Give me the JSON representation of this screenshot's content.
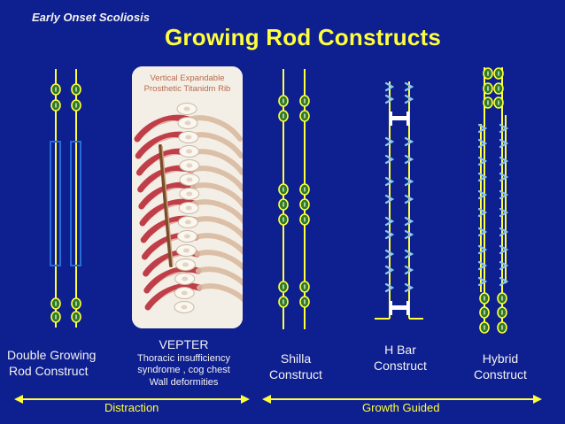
{
  "header": {
    "topic": "Early Onset Scoliosis",
    "title": "Growing Rod Constructs"
  },
  "illustration": {
    "caption_line1": "Vertical Expandable",
    "caption_line2": "Prosthetic Titanidm Rib"
  },
  "constructs": [
    {
      "name_line1": "Double Growing",
      "name_line2": "Rod Construct"
    },
    {
      "name": "VEPTER",
      "desc_line1": "Thoracic insufficiency",
      "desc_line2": "syndrome , cog chest",
      "desc_line3": "Wall deformities"
    },
    {
      "name_line1": "Shilla",
      "name_line2": "Construct"
    },
    {
      "name_line1": "H Bar",
      "name_line2": "Construct"
    },
    {
      "name_line1": "Hybrid",
      "name_line2": "Construct"
    }
  ],
  "categories": {
    "distraction": "Distraction",
    "growth_guided": "Growth Guided"
  },
  "colors": {
    "background": "#0e1f8f",
    "title": "#ffff3c",
    "rod": "#ffff3c",
    "screw_fill": "#2f7a2a",
    "hook": "#8ec8ee",
    "tube": "#2a6cd6",
    "arrow": "#ffff3c",
    "rib_accent": "#b51f2b"
  }
}
